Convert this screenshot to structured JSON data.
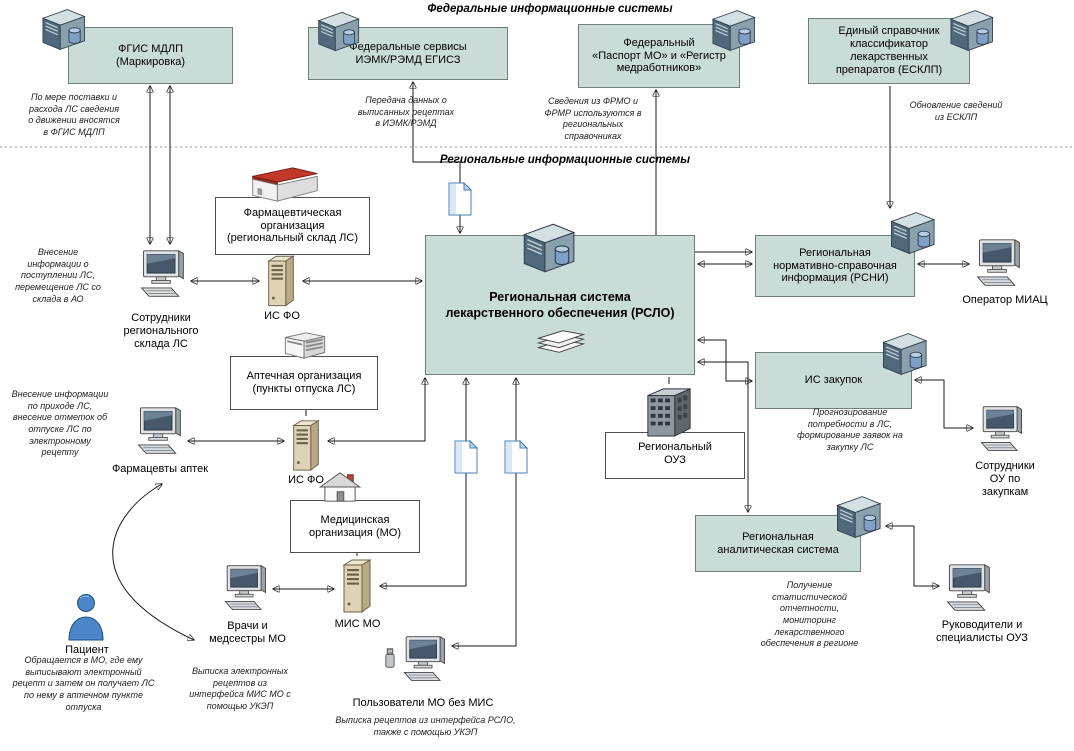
{
  "titles": {
    "federal": "Федеральные информационные системы",
    "regional": "Региональные информационные системы"
  },
  "colors": {
    "box_fill": "#cadcd8",
    "box_border": "#6f7f7d",
    "patient_blue": "#4a86c8",
    "document_blue": "#4a7fb5",
    "roof_red": "#c0392b"
  },
  "federal": {
    "mdlp": "ФГИС МДЛП\n(Маркировка)",
    "iemk": "Федеральные сервисы\nИЭМК/РЭМД ЕГИСЗ",
    "passport": "Федеральный\n«Паспорт МО» и «Регистр\nмедработников»",
    "esklp": "Единый справочник\nклассификатор\nлекарственных\nпрепаратов (ЕСКЛП)"
  },
  "central": {
    "rslo": "Региональная система\nлекарственного обеспечения (РСЛО)"
  },
  "left": {
    "pharm_org": "Фармацевтическая\nорганизация\n(региональный склад ЛС)",
    "is_fo1": "ИС ФО",
    "warehouse_staff": "Сотрудники\nрегионального\nсклада ЛС",
    "apteka_org": "Аптечная организация\n(пункты отпуска ЛС)",
    "is_fo2": "ИС ФО",
    "pharmacists": "Фармацевты аптек",
    "med_org": "Медицинская\nорганизация (МО)",
    "mis_mo": "МИС МО",
    "doctors": "Врачи и\nмедсестры МО",
    "patient": "Пациент",
    "mo_users": "Пользователи МО без МИС"
  },
  "right": {
    "rsni": "Региональная\nнормативно-справочная\nинформация (РСНИ)",
    "miac": "Оператор МИАЦ",
    "procurement": "ИС закупок",
    "procurement_staff": "Сотрудники\nОУ по\nзакупкам",
    "ouz": "Региональный\nОУЗ",
    "analytics": "Региональная\nаналитическая система",
    "leaders": "Руководители и\nспециалисты ОУЗ"
  },
  "annotations": {
    "mdlp": "По мере поставки и\nрасхода ЛС сведения\nо движении вносятся\nв ФГИС МДЛП",
    "iemk": "Передача данных о\nвыписанных рецептах\nв ИЭМК/РЭМД",
    "frmo": "Сведения из ФРМО и\nФРМР используются в\nрегиональных\nсправочниках",
    "esklp": "Обновление сведений\nиз ЕСКЛП",
    "warehouse": "Внесение\nинформации о\nпоступлении ЛС,\nперемещение ЛС со\nсклада в АО",
    "pharmacy": "Внесение информации\nпо приходе ЛС,\nвнесение отметок об\nотпуске ЛС по\nэлектронному\nрецепту",
    "doctors": "Выписка электронных\nрецептов из\nинтерфейса МИС МО с\nпомощью УКЭП",
    "patient": "Обращается в МО, где ему\nвыписывают электронный\nрецепт и затем он получает ЛС\nпо нему в аптечном пункте\nотпуска",
    "mo_users": "Выписка рецептов из интерфейса РСЛО,\nтакже с помощью УКЭП",
    "procurement": "Прогнозирование\nпотребности в ЛС,\nформирование заявок на\nзакупку ЛС",
    "analytics": "Получение\nстатистической\nотчетности,\nмониторинг\nлекарственного\nобеспечения в регионе"
  }
}
